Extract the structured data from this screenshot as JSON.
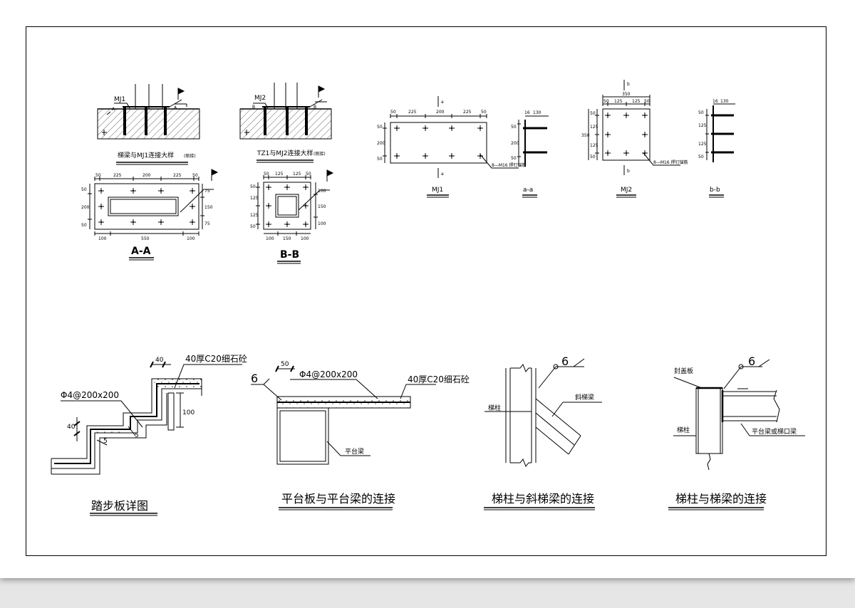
{
  "top": {
    "detail1": {
      "mj": "MJ1",
      "mark": "A",
      "caption": "梯梁与MJ1连接大样",
      "note": "(刚接)"
    },
    "detail2": {
      "mj": "MJ2",
      "mark": "B",
      "caption": "TZ1与MJ2连接大样",
      "note": "(刚接)"
    },
    "sectionAA": {
      "label": "A-A",
      "dims_top": [
        "50",
        "225",
        "200",
        "225",
        "50"
      ],
      "dims_bottom": [
        "100",
        "550",
        "100"
      ],
      "dims_left": [
        "50",
        "200",
        "50"
      ],
      "dims_right": [
        "75",
        "150",
        "75"
      ]
    },
    "sectionBB": {
      "label": "B-B",
      "dims_top": [
        "50",
        "125",
        "125",
        "50"
      ],
      "dims_bottom": [
        "100",
        "150",
        "100"
      ],
      "dims_left": [
        "50",
        "125",
        "125",
        "50"
      ],
      "dims_right": [
        "100",
        "150",
        "100"
      ]
    },
    "mj1": {
      "label": "MJ1",
      "cut": "a",
      "dims_top": [
        "50",
        "225",
        "200",
        "225",
        "50"
      ],
      "dims_left": [
        "50",
        "200",
        "50"
      ],
      "bolt_note": "8—M16 焊钉锚筋"
    },
    "aa": {
      "label": "a-a",
      "dims_top": [
        "16",
        "130"
      ],
      "dims_left": [
        "50",
        "200",
        "50"
      ]
    },
    "mj2": {
      "label": "MJ2",
      "cut": "b",
      "dims_top_total": "350",
      "dims_top": [
        "50",
        "125",
        "125",
        "50"
      ],
      "dims_left": [
        "50",
        "125",
        "125",
        "50"
      ],
      "dims_left_total": "350",
      "bolt_note": "8—M16 焊钉锚筋"
    },
    "bb": {
      "label": "b-b",
      "dims_top": [
        "16",
        "130"
      ],
      "dims_left": [
        "50",
        "125",
        "125",
        "50"
      ]
    }
  },
  "bottom": {
    "tread": {
      "title": "踏步板详图",
      "note_top": "40厚C20细石砼",
      "rebar": "Φ4@200x200",
      "dim_40_top": "40",
      "dim_40_left": "40",
      "dim_100": "100",
      "dim_5a": "5",
      "dim_5b": "5"
    },
    "platform": {
      "title": "平台板与平台梁的连接",
      "dim_50": "50",
      "weld": "6",
      "rebar": "Φ4@200x200",
      "note": "40厚C20细石砼",
      "beam": "平台梁"
    },
    "column_inclined": {
      "title": "梯柱与斜梯梁的连接",
      "weld": "6",
      "beam": "斜梯梁",
      "column": "梯柱"
    },
    "column_beam": {
      "title": "梯柱与梯梁的连接",
      "cover": "封盖板",
      "weld": "6",
      "column": "梯柱",
      "beam": "平台梁或梯口梁"
    }
  }
}
